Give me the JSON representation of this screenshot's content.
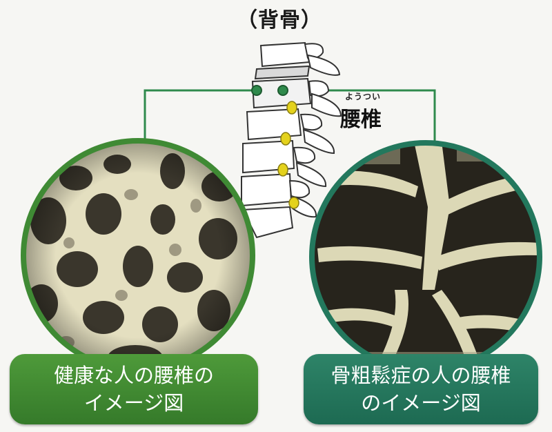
{
  "header": {
    "title": "（背骨）"
  },
  "spine": {
    "label": "腰椎",
    "reading": "ようつい"
  },
  "captions": {
    "healthy": "健康な人の腰椎のイメージ図",
    "osteoporosis": "骨粗鬆症の人の腰椎のイメージ図"
  },
  "colors": {
    "healthy_green": "#3f8a34",
    "osteo_teal": "#23785d",
    "connector": "#2f8a4c",
    "disc_yellow": "#e4d21c",
    "bone": "#e7e3c6",
    "pore_dark": "#2f2c24"
  }
}
